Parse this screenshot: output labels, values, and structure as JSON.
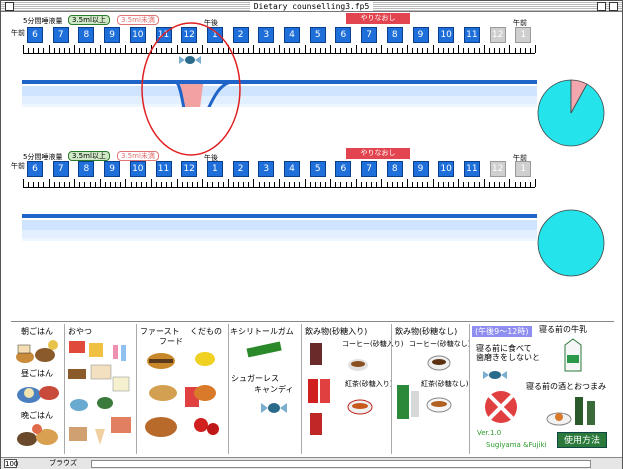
{
  "window": {
    "title": "Dietary counselling3.fp5"
  },
  "panel1": {
    "intake_label": "5分間唾液量",
    "pill_green": "3.5ml以上",
    "pill_red": "3.5ml未満",
    "am_left": "午前",
    "pm_mid": "午後",
    "am_right": "午前",
    "redo": "やりなおし",
    "hours": [
      "6",
      "7",
      "8",
      "9",
      "10",
      "11",
      "12",
      "1",
      "2",
      "3",
      "4",
      "5",
      "6",
      "7",
      "8",
      "9",
      "10",
      "11",
      "12",
      "1"
    ]
  },
  "panel2": {
    "intake_label": "5分間唾液量",
    "pill_green": "3.5ml以上",
    "pill_red": "3.5ml未満",
    "am_left": "午前",
    "pm_mid": "午後",
    "am_right": "午前",
    "redo": "やりなおし",
    "hours": [
      "6",
      "7",
      "8",
      "9",
      "10",
      "11",
      "12",
      "1",
      "2",
      "3",
      "4",
      "5",
      "6",
      "7",
      "8",
      "9",
      "10",
      "11",
      "12",
      "1"
    ]
  },
  "foods": {
    "breakfast": "朝ごはん",
    "lunch": "昼ごはん",
    "dinner": "晩ごはん",
    "snacks": "おやつ",
    "fastfood_1": "ファースト",
    "fastfood_2": "フード",
    "fruit": "くだもの",
    "xylitol": "キシリトールガム",
    "sugarless_1": "シュガーレス",
    "sugarless_2": "キャンディ",
    "drink_sugar": "飲み物(砂糖入り)",
    "drink_nosugar": "飲み物(砂糖なし)",
    "coffee_sugar": "コーヒー(砂糖入り)",
    "tea_sugar": "紅茶(砂糖入り)",
    "coffee_nosugar": "コーヒー(砂糖なし)",
    "tea_nosugar": "紅茶(砂糖なし)",
    "midnight": "(午後9〜12時)",
    "no_brush_1": "寝る前に食べて",
    "no_brush_2": "歯磨きをしないと",
    "milk_bed": "寝る前の牛乳",
    "sake_bed": "寝る前の酒とおつまみ",
    "version": "Ver.1.0",
    "authors": "Sugiyama &Fujiki",
    "usage": "使用方法"
  },
  "status": {
    "zoom": "100",
    "mode": "ブラウズ"
  },
  "colors": {
    "hour_blue": "#1e6fd9",
    "redo_red": "#e2454f",
    "band_blue": "#1f64c8",
    "pie_cyan": "#24e3ea",
    "pie_pink": "#f2a6ae"
  },
  "chart_data": [
    {
      "type": "line",
      "x": [
        "6",
        "7",
        "8",
        "9",
        "10",
        "11",
        "12",
        "1",
        "2",
        "3",
        "4",
        "5",
        "6",
        "7",
        "8",
        "9",
        "10",
        "11",
        "12",
        "1"
      ],
      "values": [
        0,
        0,
        0,
        0,
        0,
        0,
        -1,
        0,
        0,
        0,
        0,
        0,
        0,
        0,
        0,
        0,
        0,
        0,
        0,
        0
      ],
      "pie": {
        "values": [
          92,
          8
        ]
      }
    },
    {
      "type": "line",
      "x": [
        "6",
        "7",
        "8",
        "9",
        "10",
        "11",
        "12",
        "1",
        "2",
        "3",
        "4",
        "5",
        "6",
        "7",
        "8",
        "9",
        "10",
        "11",
        "12",
        "1"
      ],
      "values": [
        0,
        0,
        0,
        0,
        0,
        0,
        0,
        0,
        0,
        0,
        0,
        0,
        0,
        0,
        0,
        0,
        0,
        0,
        0,
        0
      ],
      "pie": {
        "values": [
          100,
          0
        ]
      }
    }
  ]
}
